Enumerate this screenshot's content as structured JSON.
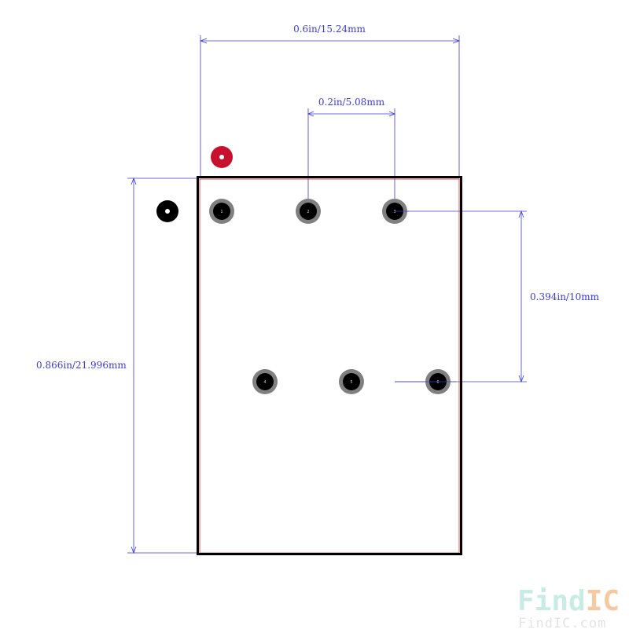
{
  "dimensions": {
    "overall_width": "0.6in/15.24mm",
    "pin_pitch": "0.2in/5.08mm",
    "row_spacing": "0.394in/10mm",
    "overall_height": "0.866in/21.996mm"
  },
  "pads": [
    {
      "number": "1"
    },
    {
      "number": "2"
    },
    {
      "number": "3"
    },
    {
      "number": "4"
    },
    {
      "number": "5"
    },
    {
      "number": "6"
    }
  ],
  "watermark": {
    "logo_text_find": "Find",
    "logo_text_ic": "IC",
    "url": "FindIC.com"
  },
  "colors": {
    "dimension": "#3b3bd9",
    "outline": "#000000",
    "courtyard": "#e05050",
    "pin1_marker": "#c8102e",
    "pad_ring": "#808080",
    "pad_hole": "#000000",
    "watermark_find": "#c8ece4",
    "watermark_ic": "#f7c9a0"
  }
}
